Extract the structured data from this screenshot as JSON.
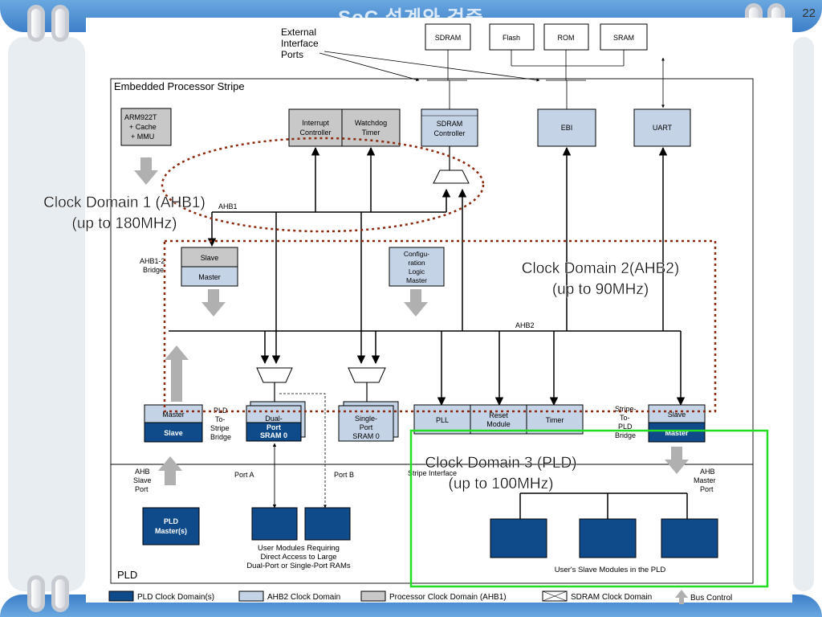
{
  "slide": {
    "title": "SoC 설계와 검증",
    "page_number": "22"
  },
  "diagram": {
    "external_ports_label": [
      "External",
      "Interface",
      "Ports"
    ],
    "memories": [
      "SDRAM",
      "Flash",
      "ROM",
      "SRAM"
    ],
    "stripe_title": "Embedded Processor Stripe",
    "blocks": {
      "arm": [
        "ARM922T",
        "+ Cache",
        "+ MMU"
      ],
      "interrupt": [
        "Interrupt",
        "Controller"
      ],
      "watchdog": [
        "Watchdog",
        "Timer"
      ],
      "sdram_ctrl": [
        "SDRAM",
        "Controller"
      ],
      "ebi": "EBI",
      "uart": "UART",
      "bridge_slave": "Slave",
      "bridge_master": "Master",
      "config": [
        "Configu-",
        "ration",
        "Logic",
        "Master"
      ],
      "pld_master_top": "Master",
      "pld_slave_bottom": "Slave",
      "dual_port": [
        "Dual-",
        "Port",
        "SRAM 0"
      ],
      "single_port": [
        "Single-",
        "Port",
        "SRAM 0"
      ],
      "pll": "PLL",
      "reset": [
        "Reset",
        "Module"
      ],
      "timer": "Timer",
      "stripe_slave": "Slave",
      "stripe_master": "Master",
      "pld_masters": [
        "PLD",
        "Master(s)"
      ]
    },
    "labels": {
      "ahb1": "AHB1",
      "ahb2": "AHB2",
      "ahb12_bridge": [
        "AHB1-2",
        "Bridge"
      ],
      "pld_to_stripe": [
        "PLD",
        "To-",
        "Stripe",
        "Bridge"
      ],
      "stripe_to_pld": [
        "Stripe-",
        "To-",
        "PLD",
        "Bridge"
      ],
      "ahb_slave_port": [
        "AHB",
        "Slave",
        "Port"
      ],
      "ahb_master_port": [
        "AHB",
        "Master",
        "Port"
      ],
      "port_a": "Port A",
      "port_b": "Port B",
      "stripe_interface": "Stripe Interface",
      "user_modules": [
        "User Modules Requiring",
        "Direct Access to Large",
        "Dual-Port or Single-Port RAMs"
      ],
      "user_slave_modules": "User's Slave Modules in the PLD",
      "pld": "PLD"
    },
    "clock_domains": [
      {
        "line1": "Clock Domain 1 (AHB1)",
        "line2": "(up to 180MHz)",
        "color": "#8b2a0e"
      },
      {
        "line1": "Clock Domain 2(AHB2)",
        "line2": "(up to 90MHz)",
        "color": "#8b2a0e"
      },
      {
        "line1": "Clock Domain 3 (PLD)",
        "line2": "(up to 100MHz)",
        "color": "#22dd22"
      }
    ],
    "legend": [
      {
        "label": "PLD Clock Domain(s)",
        "color": "#0f4a8a"
      },
      {
        "label": "AHB2 Clock Domain",
        "color": "#c5d3e6"
      },
      {
        "label": "Processor Clock Domain (AHB1)",
        "color": "#c8c8c8"
      },
      {
        "label": "SDRAM Clock Domain",
        "color": "#ffffff"
      },
      {
        "label": "Bus Control",
        "color": "#b0b0b0"
      }
    ]
  }
}
